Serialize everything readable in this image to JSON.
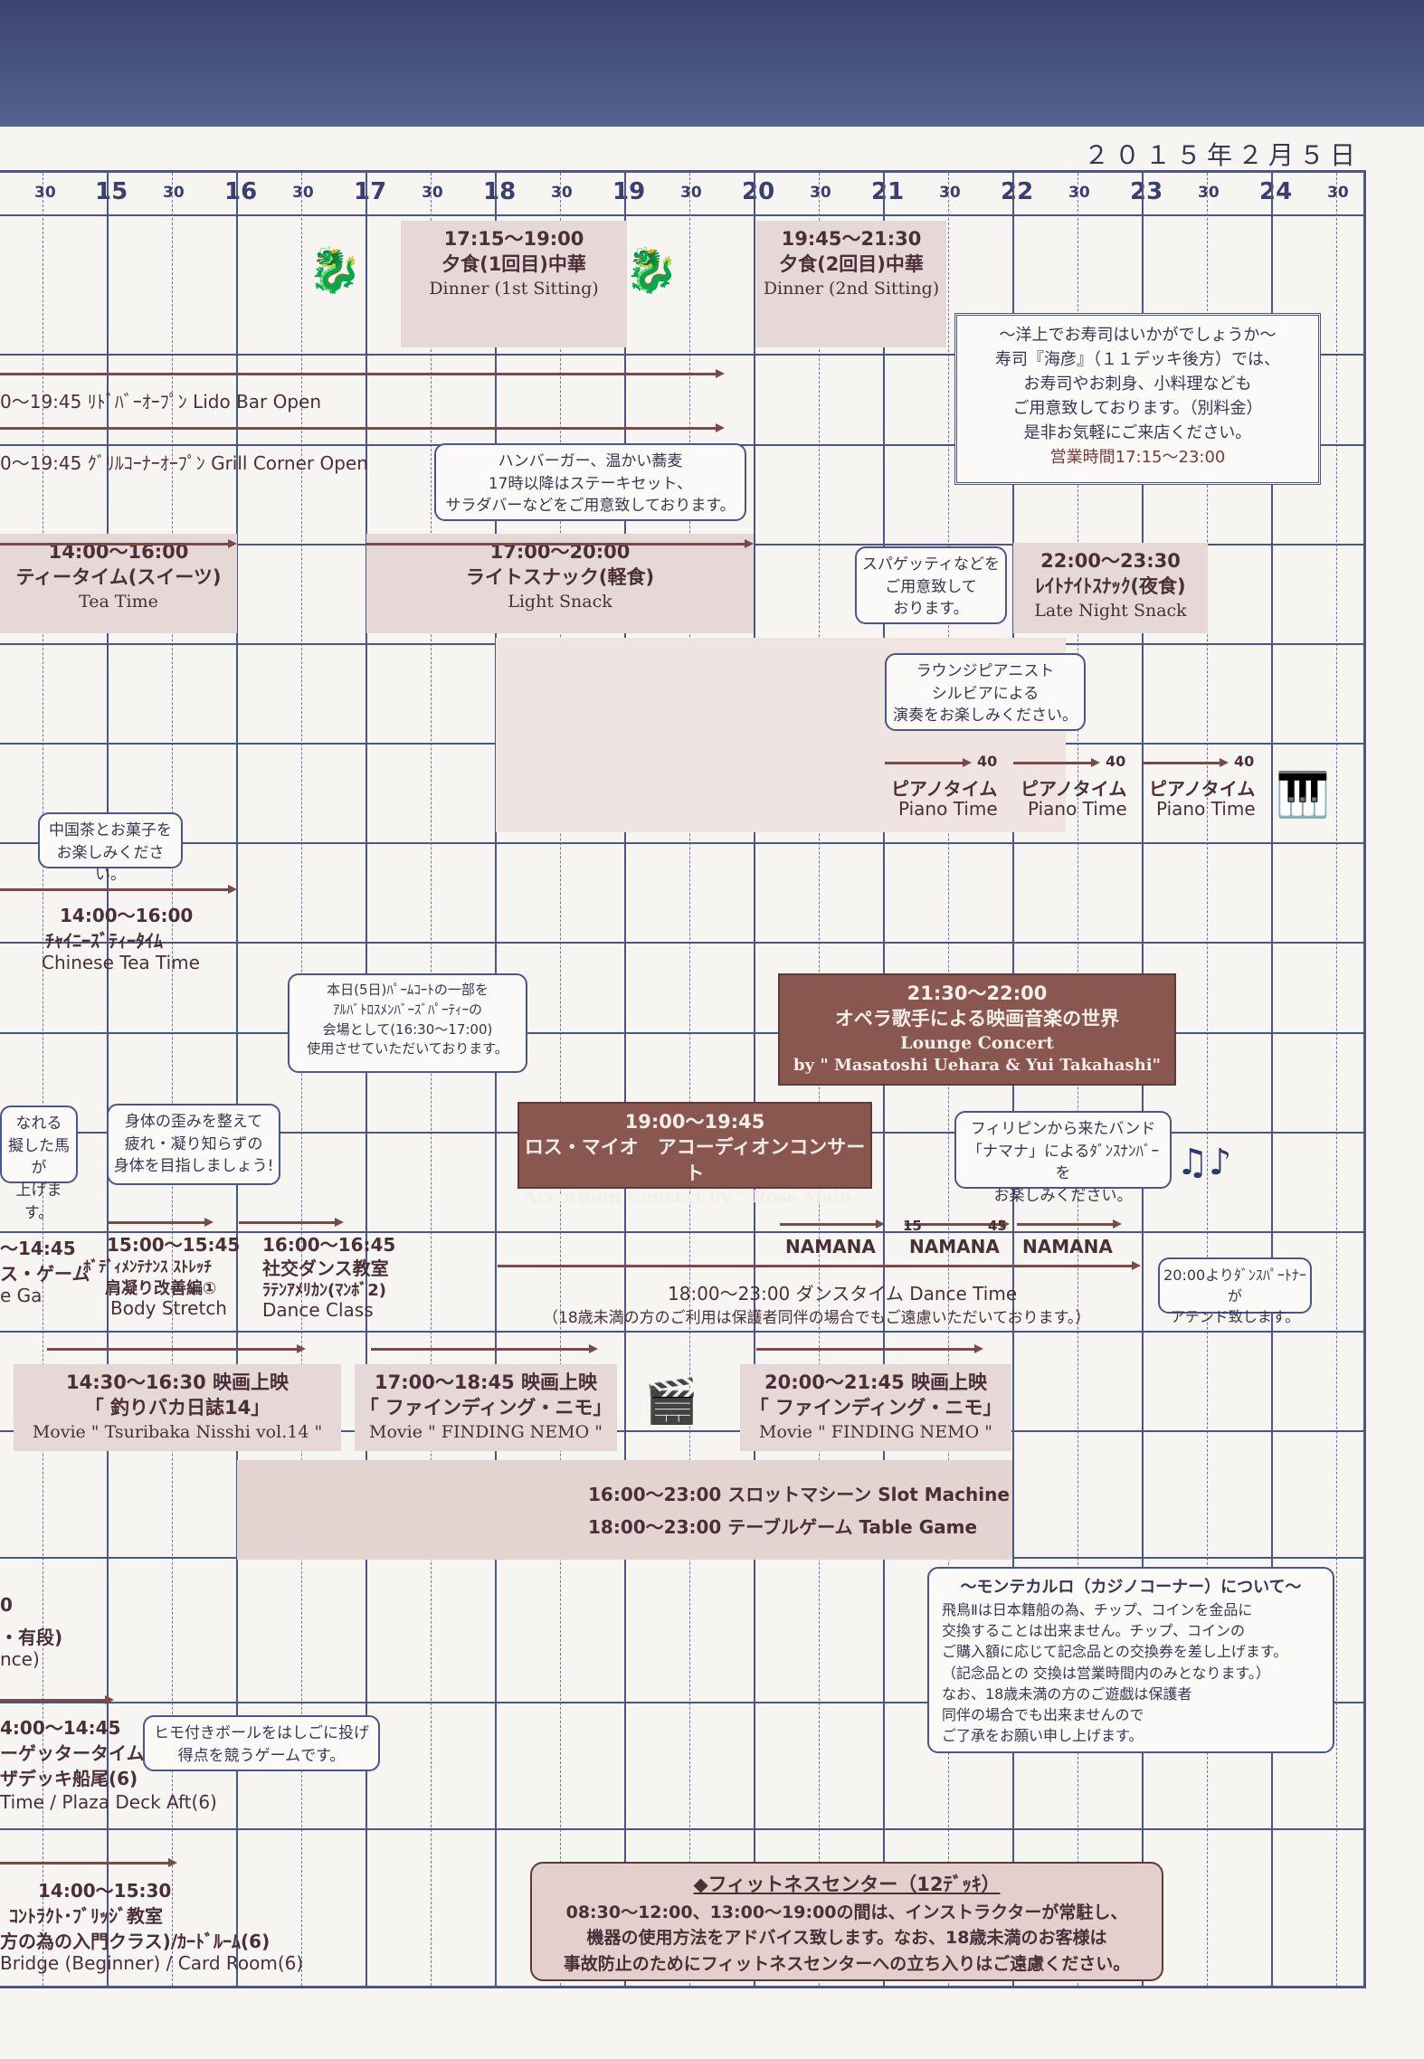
{
  "header": {
    "date": "２０１５年２月５日"
  },
  "ruler": {
    "hours": [
      "15",
      "16",
      "17",
      "18",
      "19",
      "20",
      "21",
      "22",
      "23",
      "24"
    ],
    "half": "30"
  },
  "events": {
    "dinner1": {
      "time": "17:15〜19:00",
      "jp": "夕食(1回目)中華",
      "en": "Dinner (1st Sitting)"
    },
    "dinner2": {
      "time": "19:45〜21:30",
      "jp": "夕食(2回目)中華",
      "en": "Dinner (2nd Sitting)"
    },
    "lido": {
      "text": "0〜19:45 ﾘﾄﾞﾊﾞｰｵｰﾌﾟﾝ Lido Bar Open"
    },
    "grill": {
      "text": "0〜19:45 ｸﾞﾘﾙｺｰﾅｰｵｰﾌﾟﾝ Grill Corner Open"
    },
    "tea": {
      "time": "14:00〜16:00",
      "jp": "ティータイム(スイーツ)",
      "en": "Tea Time"
    },
    "light": {
      "time": "17:00〜20:00",
      "jp": "ライトスナック(軽食)",
      "en": "Light Snack"
    },
    "late": {
      "time": "22:00〜23:30",
      "jp": "ﾚｲﾄﾅｲﾄｽﾅｯｸ(夜食)",
      "en": "Late Night Snack"
    },
    "piano": {
      "min": "40",
      "jp": "ピアノタイム",
      "en": "Piano Time"
    },
    "chinese_tea": {
      "time": "14:00〜16:00",
      "jp": "ﾁｬｲﾆｰｽﾞﾃｨｰﾀｲﾑ",
      "en": "Chinese Tea Time"
    },
    "opera": {
      "time": "21:30〜22:00",
      "jp": "オペラ歌手による映画音楽の世界",
      "en1": "Lounge  Concert",
      "en2": "by \" Masatoshi Uehara & Yui Takahashi\""
    },
    "accordion": {
      "time": "19:00〜19:45",
      "jp": "ロス・マイオ　アコーディオンコンサート",
      "en": "Accordion Concert by \" Ross Maio \""
    },
    "dance_g": {
      "time": "〜14:45",
      "jp": "ス・ゲーム",
      "en": "e Ga"
    },
    "stretch": {
      "time": "15:00〜15:45",
      "jp1": "ﾎﾞﾃﾞｨﾒﾝﾃﾅﾝｽ ｽﾄﾚｯﾁ",
      "jp2": "肩凝り改善編①",
      "en": "Body Stretch"
    },
    "ballroom": {
      "time": "16:00〜16:45",
      "jp1": "社交ダンス教室",
      "jp2": "ﾗﾃﾝｱﾒﾘｶﾝ(ﾏﾝﾎﾞ2)",
      "en": "Dance Class"
    },
    "namana": {
      "label": "NAMANA",
      "m15": "15",
      "m45": "45"
    },
    "dancetime": {
      "text": "18:00〜23:00 ダンスタイム Dance Time",
      "note": "（18歳未満の方のご利用は保護者同伴の場合でもご遠慮いただいております。）"
    },
    "movie1": {
      "time": "14:30〜16:30 映画上映",
      "jp": "「 釣りバカ日誌14」",
      "en": "Movie \" Tsuribaka Nisshi vol.14 \""
    },
    "movie2": {
      "time": "17:00〜18:45 映画上映",
      "jp": "「 ファインディング・ニモ」",
      "en": "Movie \" FINDING NEMO \""
    },
    "movie3": {
      "time": "20:00〜21:45 映画上映",
      "jp": "「 ファインディング・ニモ」",
      "en": "Movie \" FINDING NEMO \""
    },
    "slot": {
      "text": "16:00〜23:00 スロットマシーン Slot Machine"
    },
    "table": {
      "text": "18:00〜23:00 テーブルゲーム Table Game"
    },
    "left_frag1": {
      "l1": "0",
      "l2": "・有段)",
      "l3": "nce)"
    },
    "gate": {
      "time": "4:00〜14:45",
      "jp1": "ーゲッタータイム",
      "jp2": "ザデッキ船尾(6)",
      "en": "Time / Plaza Deck Aft(6)"
    },
    "bridge": {
      "time": "14:00〜15:30",
      "jp1": "ｺﾝﾄﾗｸﾄ･ﾌﾞﾘｯｼﾞ教室",
      "jp2": "方の為の入門クラス)/ｶｰﾄﾞﾙｰﾑ(6)",
      "en": "Bridge (Beginner) / Card Room(6)"
    }
  },
  "bubbles": {
    "hamburger": [
      "ハンバーガー、温かい蕎麦",
      "17時以降はステーキセット、",
      "サラダバーなどをご用意致しております。"
    ],
    "spaghetti": [
      "スパゲッティなどを",
      "ご用意致して",
      "おります。"
    ],
    "lounge_pianist": [
      "ラウンジピアニスト",
      "シルビアによる",
      "演奏をお楽しみください。"
    ],
    "chinese": [
      "中国茶とお菓子を",
      "お楽しみください。"
    ],
    "palm": [
      "本日(5日)ﾊﾟｰﾑｺｰﾄの一部を",
      "ｱﾙﾊﾞﾄﾛｽﾒﾝﾊﾞｰｽﾞﾊﾟｰﾃｨｰの",
      "会場として(16:30〜17:00)",
      "使用させていただいております。"
    ],
    "horse": [
      "なれる",
      "擬した馬が",
      "上げます。"
    ],
    "body": [
      "身体の歪みを整えて",
      "疲れ・凝り知らずの",
      "身体を目指しましょう!"
    ],
    "philippines": [
      "フィリピンから来たバンド",
      "「ナマナ」によるﾀﾞﾝｽﾅﾝﾊﾞｰを",
      "お楽しみください。"
    ],
    "partner": [
      "20:00よりﾀﾞﾝｽﾊﾟｰﾄﾅｰが",
      "アテンド致します。"
    ],
    "ball": [
      "ヒモ付きボールをはしごに投げ",
      "得点を競うゲームです。"
    ]
  },
  "sushi": [
    "〜洋上でお寿司はいかがでしょうか〜",
    "寿司『海彦』（１１デッキ後方）では、",
    "お寿司やお刺身、小料理なども",
    "ご用意致しております。（別料金）",
    "是非お気軽にご来店ください。",
    "営業時間17:15〜23:00"
  ],
  "casino": [
    "〜モンテカルロ（カジノコーナー）について〜",
    "飛鳥Ⅱは日本籍船の為、チップ、コインを金品に",
    "交換することは出来ません。チップ、コインの",
    "ご購入額に応じて記念品との交換券を差し上げます。",
    "（記念品との 交換は営業時間内のみとなります。）",
    "なお、18歳未満の方のご遊戯は保護者",
    "同伴の場合でも出来ませんので",
    "ご了承をお願い申し上げます。"
  ],
  "fitness": [
    "◆フィットネスセンター（12ﾃﾞｯｷ）",
    "08:30〜12:00、13:00〜19:00の間は、インストラクターが常駐し、",
    "機器の使用方法をアドバイス致します。なお、18歳未満のお客様は",
    "事故防止のためにフィットネスセンターへの立ち入りはご遠慮ください。"
  ],
  "icons": {
    "dragon": "dragon-icon",
    "piano": "piano-icon",
    "clapper": "clapperboard-icon",
    "music": "music-notes-icon"
  }
}
